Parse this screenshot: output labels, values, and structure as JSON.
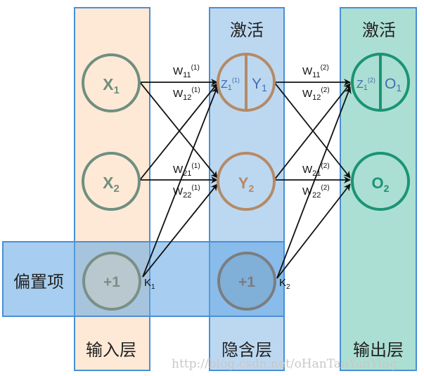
{
  "layers": {
    "input": {
      "bottom_label": "输入层"
    },
    "hidden": {
      "top_label": "激活",
      "bottom_label": "隐含层"
    },
    "output": {
      "top_label": "激活",
      "bottom_label": "输出层"
    },
    "bias_band_label": "偏置项"
  },
  "nodes": {
    "x1": {
      "base": "X",
      "sub": "1"
    },
    "x2": {
      "base": "X",
      "sub": "2"
    },
    "bias_in": {
      "text": "+1"
    },
    "h1": {
      "z_base": "Z",
      "z_sub": "1",
      "z_sup": "(1)",
      "y_base": "Y",
      "y_sub": "1"
    },
    "h2": {
      "base": "Y",
      "sub": "2"
    },
    "bias_hidden": {
      "text": "+1"
    },
    "o1": {
      "z_base": "Z",
      "z_sub": "1",
      "z_sup": "(2)",
      "o_base": "O",
      "o_sub": "1"
    },
    "o2": {
      "base": "O",
      "sub": "2"
    }
  },
  "weights": {
    "w11_1": {
      "base": "W",
      "sub": "11",
      "sup": "(1)"
    },
    "w12_1": {
      "base": "W",
      "sub": "12",
      "sup": "(1)"
    },
    "w21_1": {
      "base": "W",
      "sub": "21",
      "sup": "(1)"
    },
    "w22_1": {
      "base": "W",
      "sub": "22",
      "sup": "(1)"
    },
    "w11_2": {
      "base": "W",
      "sub": "11",
      "sup": "(2)"
    },
    "w12_2": {
      "base": "W",
      "sub": "12",
      "sup": "(2)"
    },
    "w21_2": {
      "base": "W",
      "sub": "21",
      "sup": "(2)"
    },
    "w22_2": {
      "base": "W",
      "sub": "22",
      "sup": "(2)"
    }
  },
  "bias_weights": {
    "k1": {
      "base": "K",
      "sub": "1"
    },
    "k2": {
      "base": "K",
      "sub": "2"
    }
  },
  "watermark": "http://blog.csdn.net/oHanTanYanYing",
  "colors": {
    "input_fill": "#fde9d6",
    "input_border": "#4a8fd6",
    "hidden_fill": "#bcd8f1",
    "hidden_border": "#4a8fd6",
    "output_fill": "#acdfd3",
    "output_border": "#4a8fd6",
    "band_fill": "#9cc6ea",
    "input_node": "#6f8f80",
    "hidden_node": "#b58a66",
    "output_node": "#1b9474",
    "bias_node": "#7a7d80"
  }
}
